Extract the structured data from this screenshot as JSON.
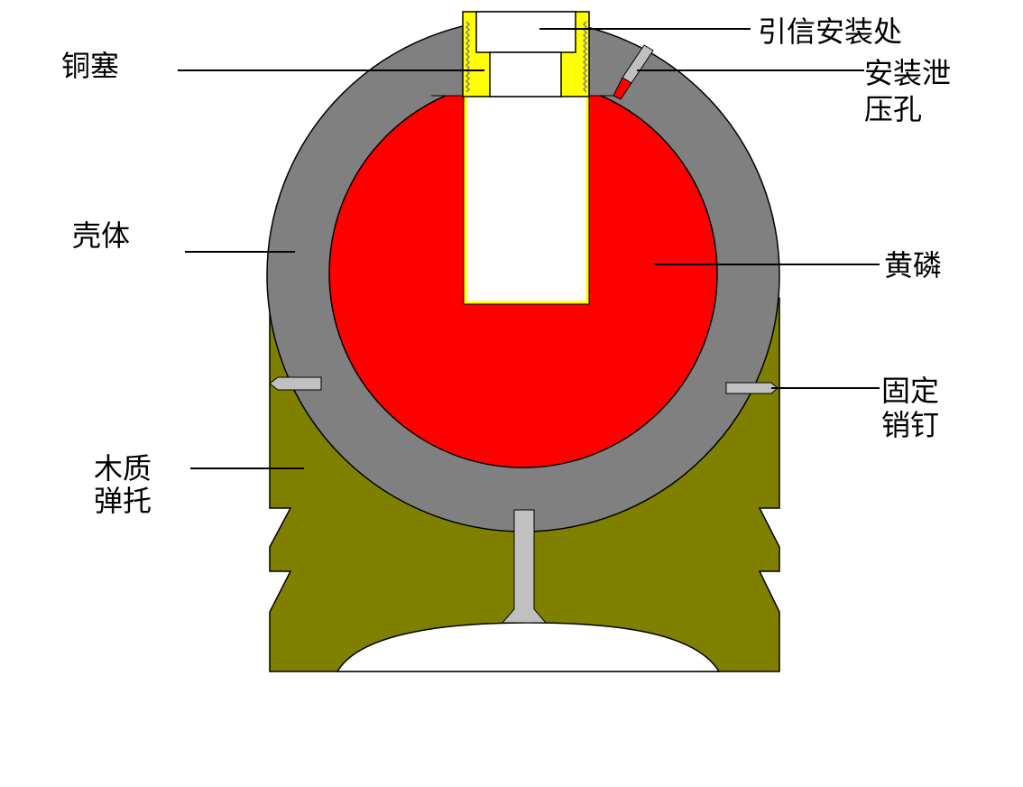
{
  "colors": {
    "shell": "#808080",
    "phosphorus": "#ff0000",
    "copper_plug": "#ffff00",
    "wood_sabot": "#808000",
    "pin": "#c0c0c0"
  },
  "labels": {
    "fuse_seat": "引信安装处",
    "copper_plug": "铜塞",
    "vent_hole_line1": "安装泄",
    "vent_hole_line2": "压孔",
    "shell": "壳体",
    "white_phosphorus": "黄磷",
    "fixing_pin_line1": "固定",
    "fixing_pin_line2": "销钉",
    "wood_sabot_line1": "木质",
    "wood_sabot_line2": "弹托"
  }
}
